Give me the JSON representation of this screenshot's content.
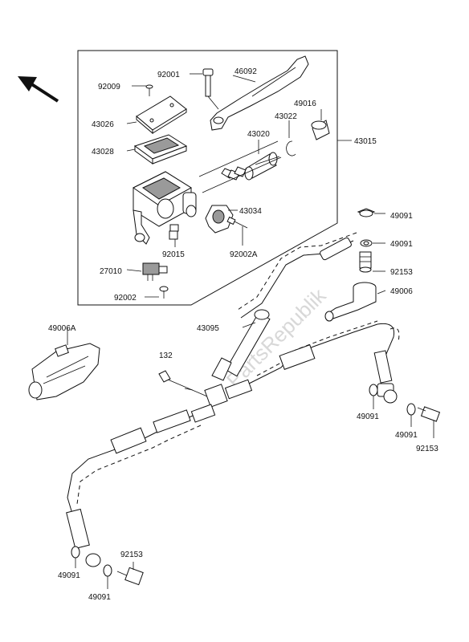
{
  "watermark": "PartsRepublik",
  "labels": {
    "l92009": "92009",
    "l92001": "92001",
    "l46092": "46092",
    "l43026": "43026",
    "l49016": "49016",
    "l43022": "43022",
    "l43015": "43015",
    "l43028": "43028",
    "l43020": "43020",
    "l43034": "43034",
    "l92015": "92015",
    "l92002A": "92002A",
    "l27010": "27010",
    "l92002": "92002",
    "l49091a": "49091",
    "l49091b": "49091",
    "l92153a": "92153",
    "l49006": "49006",
    "l49006A": "49006A",
    "l43095": "43095",
    "l132": "132",
    "l49091c": "49091",
    "l49091d": "49091",
    "l92153b": "92153",
    "l92153c": "92153",
    "l49091e": "49091",
    "l49091f": "49091"
  }
}
